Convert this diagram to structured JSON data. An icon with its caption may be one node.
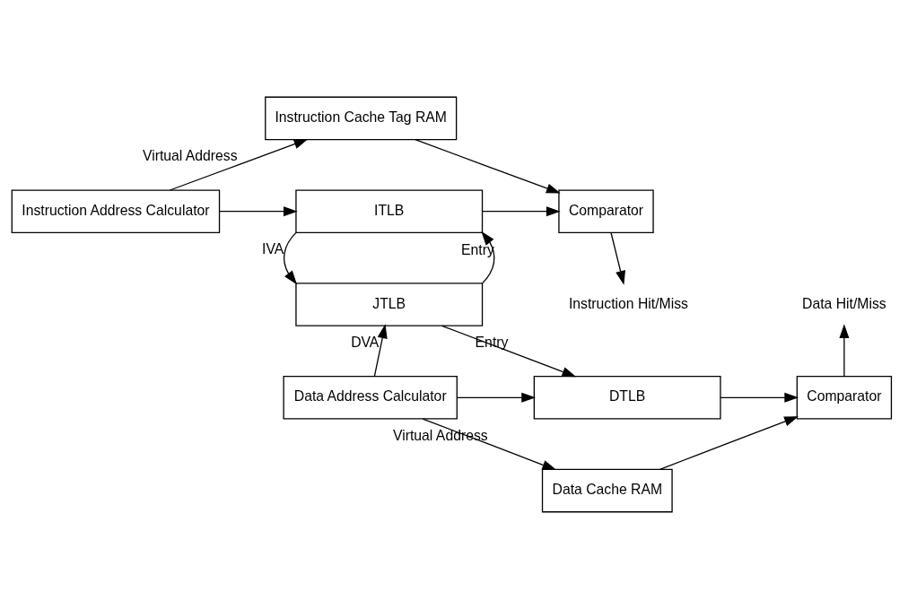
{
  "diagram": {
    "nodes": [
      {
        "text": [
          "Instruction Address Calculator"
        ]
      },
      {
        "text": [
          "ITLB"
        ]
      },
      {
        "text": [
          "Instruction Cache Tag RAM"
        ]
      },
      {
        "text": [
          "Comparator"
        ]
      },
      {
        "text": [
          "JTLB"
        ]
      },
      {
        "text": [
          "Data Address Calculator"
        ]
      },
      {
        "text": [
          "DTLB"
        ]
      },
      {
        "text": [
          "Comparator"
        ]
      },
      {
        "text": [
          "Data Cache RAM"
        ]
      },
      {
        "text": [
          "Instruction Hit/Miss"
        ]
      },
      {
        "text": [
          "Data Hit/Miss"
        ]
      }
    ],
    "edges": [
      {
        "from": 0,
        "to": 1,
        "arrow": "to"
      },
      {
        "from": 0,
        "to": 2,
        "arrow": "to",
        "label": "Virtual Address"
      },
      {
        "from": 1,
        "to": 3,
        "arrow": "to"
      },
      {
        "from": 2,
        "to": 3,
        "arrow": "to"
      },
      {
        "from": 3,
        "to": 9,
        "arrow": "to"
      },
      {
        "from": 1,
        "to": 4,
        "arrow": "to",
        "label": "IVA"
      },
      {
        "from": 4,
        "to": 1,
        "arrow": "to",
        "label": "Entry"
      },
      {
        "from": 4,
        "to": 6,
        "arrow": "to",
        "label": "Entry"
      },
      {
        "from": 5,
        "to": 6,
        "arrow": "to"
      },
      {
        "from": 5,
        "to": 4,
        "arrow": "to",
        "label": "DVA"
      },
      {
        "from": 5,
        "to": 8,
        "arrow": "to",
        "label": "Virtual Address"
      },
      {
        "from": 6,
        "to": 7,
        "arrow": "to"
      },
      {
        "from": 8,
        "to": 7,
        "arrow": "to"
      },
      {
        "from": 7,
        "to": 10,
        "arrow": "to"
      }
    ]
  }
}
